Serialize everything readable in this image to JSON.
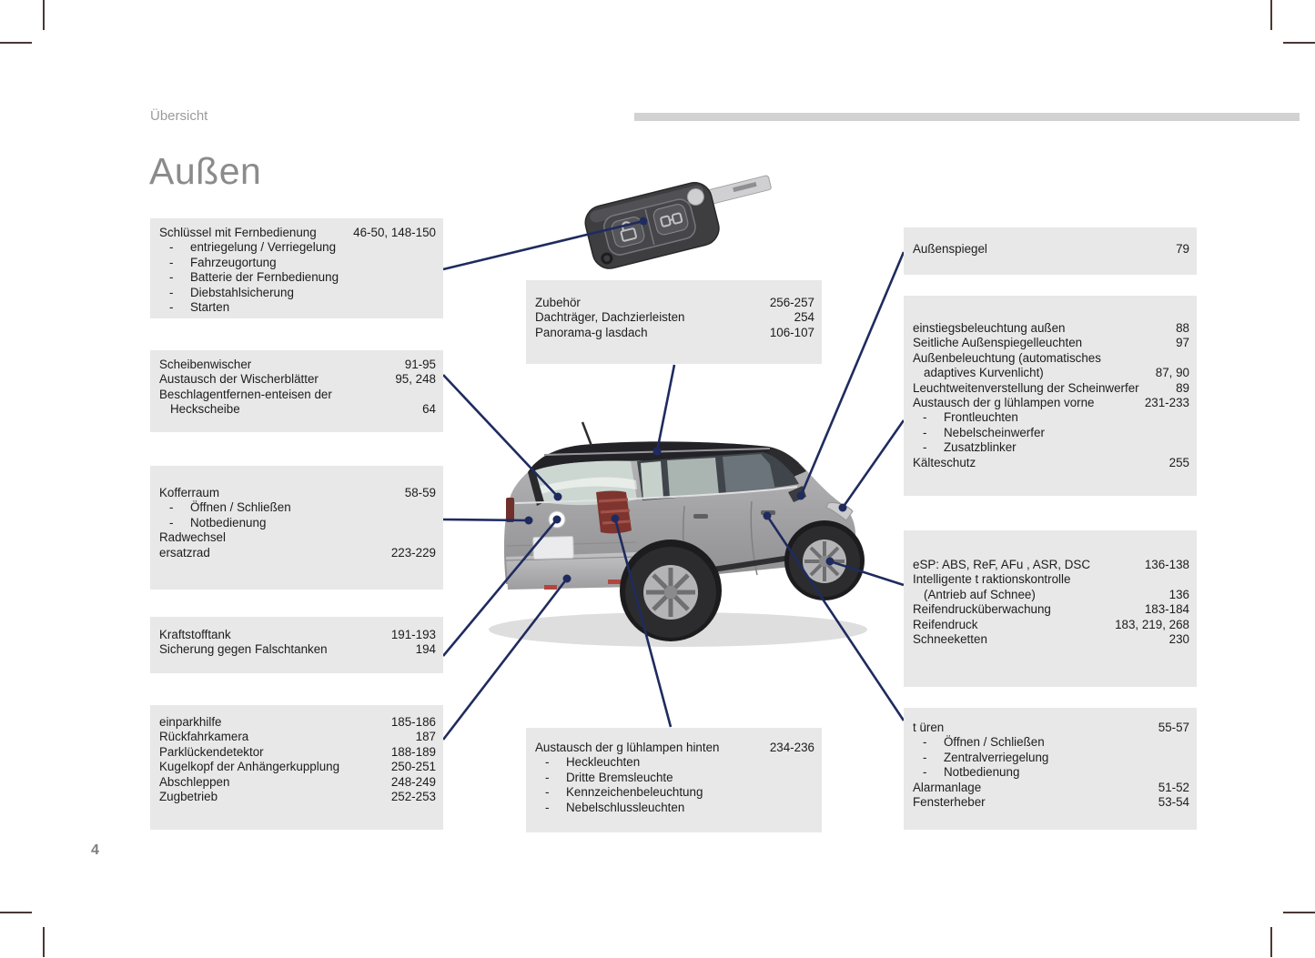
{
  "page": {
    "section_label": "Übersicht",
    "title": "Außen",
    "page_number": "4"
  },
  "illustrations": {
    "car": "car-rear-three-quarter-view-illustration",
    "key": "flip-key-with-remote-illustration"
  },
  "accent_colors": {
    "leader_line": "#1f2b5f",
    "box_background": "#e8e8e8",
    "title_grey": "#8b8b8b"
  },
  "boxes": [
    {
      "id": "schluessel",
      "rows": [
        {
          "t": "main",
          "label": "Schlüssel mit Fernbedienung",
          "pages": "46-50, 148-150"
        },
        {
          "t": "dash",
          "label": "entriegelung / Verriegelung",
          "pages": ""
        },
        {
          "t": "dash",
          "label": "Fahrzeugortung",
          "pages": ""
        },
        {
          "t": "dash",
          "label": "Batterie der Fernbedienung",
          "pages": ""
        },
        {
          "t": "dash",
          "label": "Diebstahlsicherung",
          "pages": ""
        },
        {
          "t": "dash",
          "label": "Starten",
          "pages": ""
        }
      ]
    },
    {
      "id": "scheiben",
      "rows": [
        {
          "t": "main",
          "label": "Scheibenwischer",
          "pages": "91-95"
        },
        {
          "t": "main",
          "label": "Austausch der Wischerblätter",
          "pages": "95, 248"
        },
        {
          "t": "main",
          "label": "Beschlagentfernen-enteisen der",
          "pages": ""
        },
        {
          "t": "cont",
          "label": "Heckscheibe",
          "pages": "64"
        }
      ]
    },
    {
      "id": "kofferraum",
      "rows": [
        {
          "t": "main",
          "label": "Kofferraum",
          "pages": "58-59"
        },
        {
          "t": "dash",
          "label": "Öffnen / Schließen",
          "pages": ""
        },
        {
          "t": "dash",
          "label": "Notbedienung",
          "pages": ""
        },
        {
          "t": "main",
          "label": "Radwechsel",
          "pages": ""
        },
        {
          "t": "main",
          "label": "ersatzrad",
          "pages": "223-229"
        }
      ]
    },
    {
      "id": "kraftstofftank",
      "rows": [
        {
          "t": "main",
          "label": "Kraftstofftank",
          "pages": "191-193"
        },
        {
          "t": "main",
          "label": "Sicherung gegen Falschtanken",
          "pages": "194"
        }
      ]
    },
    {
      "id": "einpark",
      "rows": [
        {
          "t": "main",
          "label": "einparkhilfe",
          "pages": "185-186"
        },
        {
          "t": "main",
          "label": "Rückfahrkamera",
          "pages": "187"
        },
        {
          "t": "main",
          "label": "Parklückendetektor",
          "pages": "188-189"
        },
        {
          "t": "main",
          "label": "Kugelkopf der Anhängerkupplung",
          "pages": "250-251"
        },
        {
          "t": "main",
          "label": "Abschleppen",
          "pages": "248-249"
        },
        {
          "t": "main",
          "label": "Zugbetrieb",
          "pages": "252-253"
        }
      ]
    },
    {
      "id": "zubehoer",
      "rows": [
        {
          "t": "main",
          "label": "Zubehör",
          "pages": "256-257"
        },
        {
          "t": "main",
          "label": "Dachträger, Dachzierleisten",
          "pages": "254"
        },
        {
          "t": "main",
          "label": "Panorama-g lasdach",
          "pages": "106-107"
        }
      ]
    },
    {
      "id": "hinten",
      "rows": [
        {
          "t": "main",
          "label": "Austausch der g lühlampen hinten",
          "pages": "234-236"
        },
        {
          "t": "dash",
          "label": "Heckleuchten",
          "pages": ""
        },
        {
          "t": "dash",
          "label": "Dritte Bremsleuchte",
          "pages": ""
        },
        {
          "t": "dash",
          "label": "Kennzeichenbeleuchtung",
          "pages": ""
        },
        {
          "t": "dash",
          "label": "Nebelschlussleuchten",
          "pages": ""
        }
      ]
    },
    {
      "id": "aussenspiegel",
      "rows": [
        {
          "t": "main",
          "label": "Außenspiegel",
          "pages": "79"
        }
      ]
    },
    {
      "id": "einstieg",
      "rows": [
        {
          "t": "main",
          "label": "einstiegsbeleuchtung außen",
          "pages": "88"
        },
        {
          "t": "main",
          "label": "Seitliche Außenspiegelleuchten",
          "pages": "97"
        },
        {
          "t": "main",
          "label": "Außenbeleuchtung (automatisches",
          "pages": ""
        },
        {
          "t": "cont",
          "label": "adaptives Kurvenlicht)",
          "pages": "87, 90"
        },
        {
          "t": "main",
          "label": "Leuchtweitenverstellung der Scheinwerfer",
          "pages": "89"
        },
        {
          "t": "main",
          "label": "Austausch der g lühlampen vorne",
          "pages": "231-233"
        },
        {
          "t": "dash",
          "label": "Frontleuchten",
          "pages": ""
        },
        {
          "t": "dash",
          "label": "Nebelscheinwerfer",
          "pages": ""
        },
        {
          "t": "dash",
          "label": "Zusatzblinker",
          "pages": ""
        },
        {
          "t": "main",
          "label": "Kälteschutz",
          "pages": "255"
        }
      ]
    },
    {
      "id": "esp",
      "rows": [
        {
          "t": "main",
          "label": "eSP: ABS, ReF, AFu , ASR, DSC",
          "pages": "136-138"
        },
        {
          "t": "main",
          "label": "Intelligente t raktionskontrolle",
          "pages": ""
        },
        {
          "t": "cont",
          "label": "(Antrieb auf Schnee)",
          "pages": "136"
        },
        {
          "t": "main",
          "label": "Reifendrucküberwachung",
          "pages": "183-184"
        },
        {
          "t": "main",
          "label": "Reifendruck",
          "pages": "183, 219, 268"
        },
        {
          "t": "main",
          "label": "Schneeketten",
          "pages": "230"
        }
      ]
    },
    {
      "id": "tueren",
      "rows": [
        {
          "t": "main",
          "label": "t üren",
          "pages": "55-57"
        },
        {
          "t": "dash",
          "label": "Öffnen / Schließen",
          "pages": ""
        },
        {
          "t": "dash",
          "label": "Zentralverriegelung",
          "pages": ""
        },
        {
          "t": "dash",
          "label": "Notbedienung",
          "pages": ""
        },
        {
          "t": "main",
          "label": "Alarmanlage",
          "pages": "51-52"
        },
        {
          "t": "main",
          "label": "Fensterheber",
          "pages": "53-54"
        }
      ]
    }
  ]
}
